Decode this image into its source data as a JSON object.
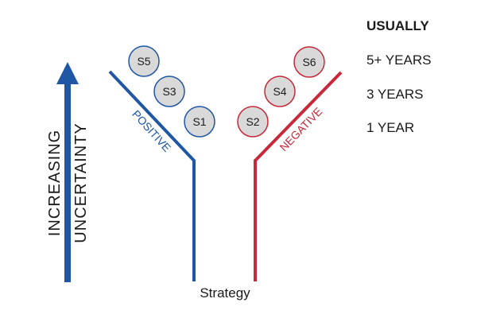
{
  "header": {
    "title": "USUALLY"
  },
  "timeline": {
    "items": [
      "5+ YEARS",
      "3 YEARS",
      "1 YEAR"
    ]
  },
  "axis": {
    "label_line1": "INCREASING",
    "label_line2": "UNCERTAINTY"
  },
  "arms": {
    "positive_label": "POSITIVE",
    "negative_label": "NEGATIVE"
  },
  "strategy_label": "Strategy",
  "scenarios": {
    "positive": [
      "S5",
      "S3",
      "S1"
    ],
    "negative": [
      "S6",
      "S4",
      "S2"
    ]
  },
  "colors": {
    "positive": "#1f57a4",
    "negative": "#c8283a",
    "circle_fill": "#d9d9d9",
    "text": "#1a1a1a"
  }
}
